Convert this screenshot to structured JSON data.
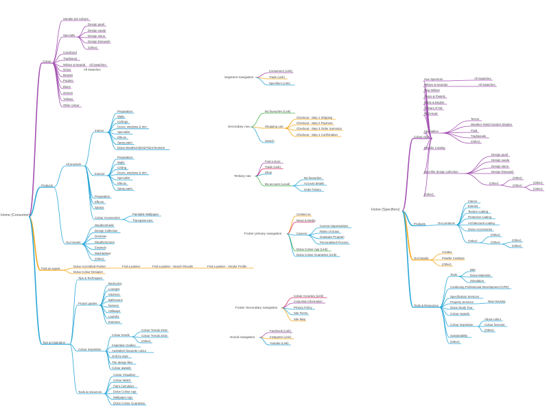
{
  "colors": {
    "purple": "#a24fb0",
    "blue": "#27a5d6",
    "orange": "#f2a516",
    "green": "#43b047",
    "red": "#d6285c",
    "text": "#444444"
  },
  "consumer_root": "Home (Consumer)",
  "colour_section": {
    "label": "Colour",
    "sample_pot": "Sample pot colours",
    "specialty": "Specialty",
    "specialty_items": [
      "Design pearl",
      "Design suede",
      "Design stone",
      "Design limewash",
      "(Other)"
    ],
    "items": [
      "Colorbond",
      "Traditional",
      "Whites & Neutral",
      "Greys",
      "Browns",
      "Purples",
      "Blues",
      "Greens",
      "Yellows",
      "Other colour"
    ],
    "all_swatches": "All Swatches"
  },
  "products_section": {
    "label": "Products",
    "all_products": "All products",
    "interior": "Interior",
    "interior_items": [
      "Preparation",
      "Walls",
      "Ceilings",
      "Doors, windows & trim",
      "Specialist",
      "Effects",
      "Spray paint",
      "Dulux Weatherrshield Paint Restorer"
    ],
    "exterior": "Exterior",
    "exterior_items": [
      "Preparation",
      "Walls",
      "Ceiling",
      "Doors, windows & trim",
      "Specialist",
      "Effects",
      "Spray paint"
    ],
    "extra_items": [
      "Preparation",
      "Effects",
      "Sprays"
    ],
    "colour_accessories": "Colour Accessories",
    "accessory_items": [
      "Paintable Wallpaper",
      "Transparencies"
    ],
    "our_brands": "Our brands",
    "brand_items": [
      "Weathershield",
      "Design Collection",
      "Duramax",
      "Weatherscreen",
      "Enamels",
      "Wash&Wear",
      "(Other)"
    ]
  },
  "expert_section": {
    "label": "Find an expert",
    "items": [
      "Dulux Accredited Painter",
      "Dulux Colour Designer"
    ],
    "chain": [
      "Find a painter",
      "Find a painter - Search Results",
      "Find a painter - Vendor Profile"
    ]
  },
  "tips_section": {
    "label": "Tips & Inspiration",
    "tips_techniques": "Tips & Techniques",
    "project_guides": "Project guides",
    "project_items": [
      "Bedrooms",
      "Lounges",
      "Kitchens",
      "Bathrooms",
      "Nursery",
      "Hallways",
      "Laundry",
      "Exteriors"
    ],
    "colour_inspiration": "Colour inspiration",
    "colour_trends": "Colour trends",
    "trend_items": [
      "Colour Trends 2016",
      "Colour Trends 2015",
      "(Other)"
    ],
    "inspiration_items": [
      "Inspiration Gallery",
      "Australia's favourite colour",
      "Grid by style",
      "The design files",
      "Colour awards"
    ],
    "tools_resources": "Tools & resources",
    "tool_items": [
      "Colour Visualiser",
      "Colour Match",
      "Paint Calculator",
      "Dulux Colour App",
      "Wallpaper App",
      "Dulux Colour Guarantee"
    ]
  },
  "segment_navigation": {
    "label": "Segment navigation",
    "items": [
      "Consumers (Link)",
      "Trade (Link)",
      "Specifiers (Link)"
    ]
  },
  "secondary_nav": {
    "label": "Secondary nav",
    "my_favourites": "My favourites (Link)",
    "shopping_cart": "Shopping cart",
    "cart_steps": [
      "Checkout - Step 1 Shipping",
      "Checkout - Step 2 Payment",
      "Checkout - Step 3 Order Summary",
      "Checkout - Step 4 Confirmation"
    ],
    "search": "Search"
  },
  "tertiary_nav": {
    "label": "Tertiary nav",
    "items": [
      "Find a store",
      "Trade (Link)",
      "Shop"
    ],
    "my_account": "My account (Local)",
    "account_items": [
      "My favourites",
      "Account details",
      "Order history"
    ]
  },
  "footer_primary": {
    "label": "Footer primary navigation",
    "items": [
      "Contact us",
      "News & Media"
    ],
    "careers": "Careers",
    "career_items": [
      "Current Opportunities",
      "Rates of Dulux",
      "Graduate Program",
      "Personalised Process"
    ],
    "links": [
      "Dulux Colour App (Link)",
      "Dulux Colour Guarantee (Link)"
    ]
  },
  "footer_secondary": {
    "label": "Footer Secondary navigation",
    "items": [
      "Colour Accuracy (Link)",
      "Corporate Information",
      "Privacy Policy",
      "Site Terms",
      "Site Map"
    ]
  },
  "social_navigation": {
    "label": "Social navigation",
    "items": [
      "Facebook (Link)",
      "Instagram (Link)",
      "Youtube (Link)"
    ]
  },
  "specifiers_root": "Home (Specifiers)",
  "spec_colour_atlas": {
    "label": "Colour Atlas",
    "hue_spectrum": "Hue Spectrum",
    "whites_neutrals": "Whites & Neutrals",
    "all_swatches": "All Swatches",
    "items": [
      "New Whites",
      "Greys & Pastels",
      "Bolds & Brights",
      "Colours of NZ",
      "Red Heart"
    ],
    "specialties": "Specialties",
    "specialty_items": [
      "Terroir",
      "Weather shield Garden Shades",
      "Fluid",
      "Traditionals",
      "(Other)"
    ],
    "powder_coating": "Powder Coating",
    "specifier_collection": "Specifier design collection",
    "collection_items": [
      "Design pearl",
      "Design suede",
      "Design stone",
      "Design limewash"
    ],
    "other": "(Other)"
  },
  "spec_products": {
    "label": "Products",
    "our_products": "Our products",
    "items": [
      "Interior",
      "Exterior",
      "Texture coating",
      "Protective coating",
      "Architectural coating",
      "Dulux Accessories"
    ],
    "other": "(Other)",
    "our_brands": "Our brands",
    "brand_items": [
      "Acratex",
      "Powder Coatings",
      "(Other)"
    ]
  },
  "spec_tools": {
    "label": "Tools & Resources",
    "tools": "Tools",
    "tool_items": [
      "BIM",
      "Dulux Materials",
      "Simulation"
    ],
    "items": [
      "Continuing Professional Development (CPD)",
      "Specification Services",
      "Property Services",
      "Dulux Study Tour",
      "Colour Awards"
    ],
    "new_housing": "New Housing",
    "colour_inspiration": "Colour inspiration",
    "inspiration_items": [
      "About colour",
      "Colour forecast",
      "(Other)"
    ],
    "sustainability": "Sustainability",
    "other": "(Other)"
  }
}
